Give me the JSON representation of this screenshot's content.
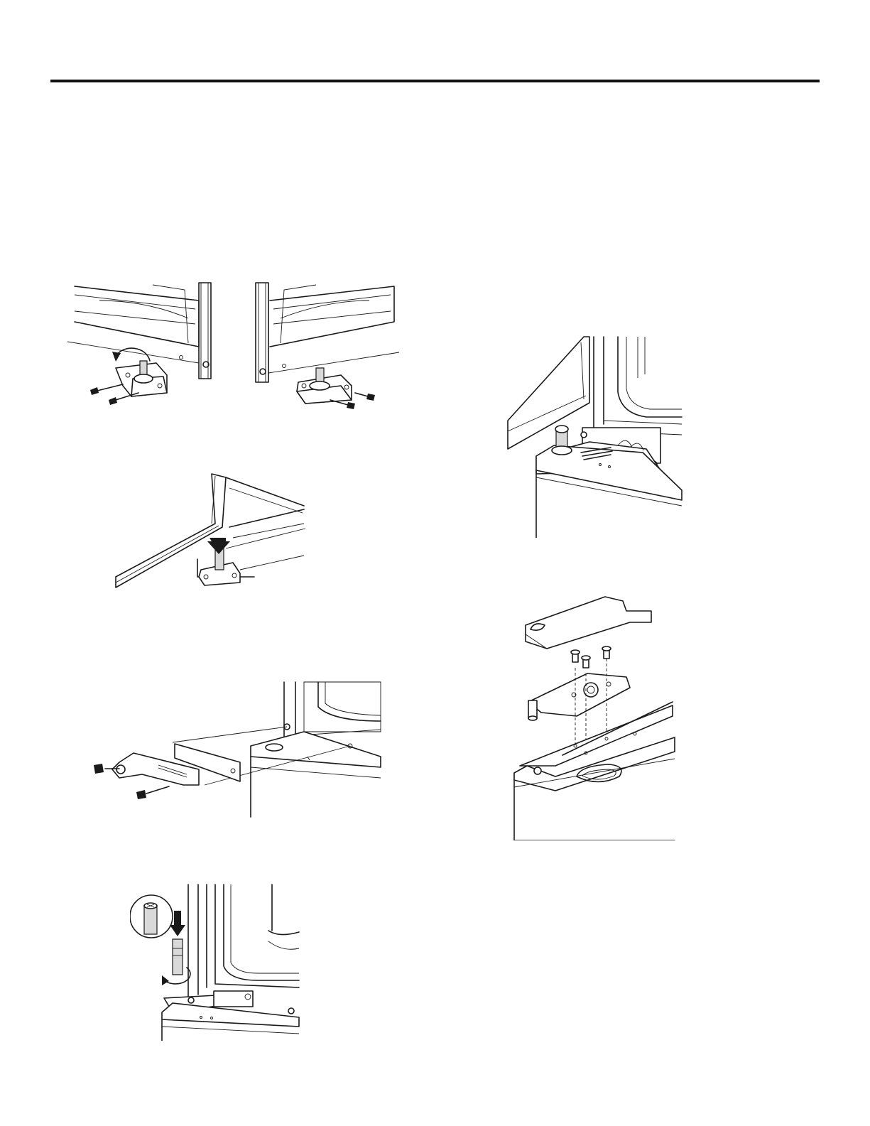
{
  "page": {
    "background": "#ffffff",
    "rule_color": "#111111",
    "figures": [
      {
        "name": "fig-remove-hinge-pin-left"
      },
      {
        "name": "fig-remove-hinge-pin-right"
      },
      {
        "name": "fig-lower-door-onto-pin"
      },
      {
        "name": "fig-attach-hinge-bracket"
      },
      {
        "name": "fig-insert-hinge-pin"
      },
      {
        "name": "fig-hinge-on-cabinet"
      },
      {
        "name": "fig-top-hinge-cover-exploded"
      }
    ]
  }
}
